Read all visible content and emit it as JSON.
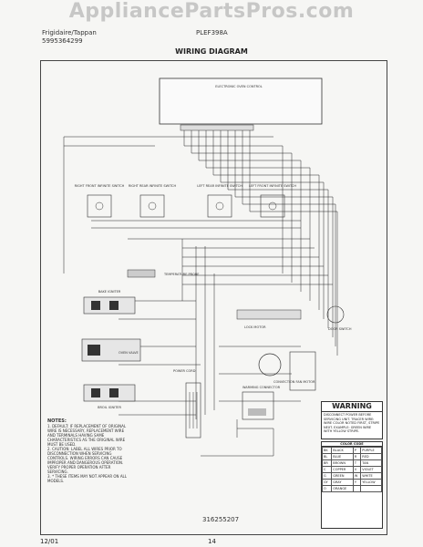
{
  "watermark": "AppliancePartsPros.com",
  "header": {
    "brand": "Frigidaire/Tappan",
    "part_no": "5995364299",
    "model": "PLEF398A"
  },
  "title": "WIRING DIAGRAM",
  "components": {
    "oven_control": "ELECTRONIC OVEN CONTROL",
    "rf_switch": "RIGHT FRONT INFINITE SWITCH",
    "rr_switch": "RIGHT REAR INFINITE SWITCH",
    "lr_switch": "LEFT REAR INFINITE SWITCH",
    "lf_switch": "LEFT FRONT INFINITE SWITCH",
    "temp_probe": "TEMPERATURE PROBE",
    "bake_igniter": "BAKE IGNITER",
    "oven_valve": "OVEN VALVE",
    "broil_igniter": "BROIL IGNITER",
    "lock_motor": "LOCK MOTOR",
    "door_switch": "DOOR SWITCH",
    "power_cord": "POWER CORD",
    "warming_connector": "WARMING CONNECTOR",
    "convection_fan": "CONVECTION FAN MOTOR"
  },
  "notes": {
    "heading": "NOTES:",
    "items": [
      "1. DEFAULT: IF REPLACEMENT OF ORIGINAL WIRE IS NECESSARY, REPLACEMENT WIRE AND TERMINALS HAVING SAME CHARACTERISTICS AS THE ORIGINAL WIRE MUST BE USED.",
      "2. CAUTION: LABEL ALL WIRES PRIOR TO DISCONNECTION WHEN SERVICING CONTROLS. WIRING ERRORS CAN CAUSE IMPROPER AND DANGEROUS OPERATION. VERIFY PROPER OPERATION AFTER SERVICING.",
      "3. * THESE ITEMS MAY NOT APPEAR ON ALL MODELS."
    ]
  },
  "warning": {
    "title": "WARNING",
    "text": "DISCONNECT POWER BEFORE SERVICING UNIT. TRACER WIRE: WIRE COLOR NOTED FIRST, STRIPE NEXT. EXAMPLE: GREEN WIRE WITH YELLOW STRIPE."
  },
  "color_code": {
    "heading": "COLOR CODE",
    "rows": [
      [
        "BK",
        "BLACK",
        "P",
        "PURPLE"
      ],
      [
        "BL",
        "BLUE",
        "R",
        "RED"
      ],
      [
        "BR",
        "BROWN",
        "T",
        "TAN"
      ],
      [
        "C",
        "COPPER",
        "V",
        "VIOLET"
      ],
      [
        "G",
        "GREEN",
        "W",
        "WHITE"
      ],
      [
        "GY",
        "GRAY",
        "Y",
        "YELLOW"
      ],
      [
        "O",
        "ORANGE",
        "",
        ""
      ]
    ]
  },
  "diagram_number": "316255207",
  "footer": {
    "date": "12/01",
    "page": "14"
  }
}
